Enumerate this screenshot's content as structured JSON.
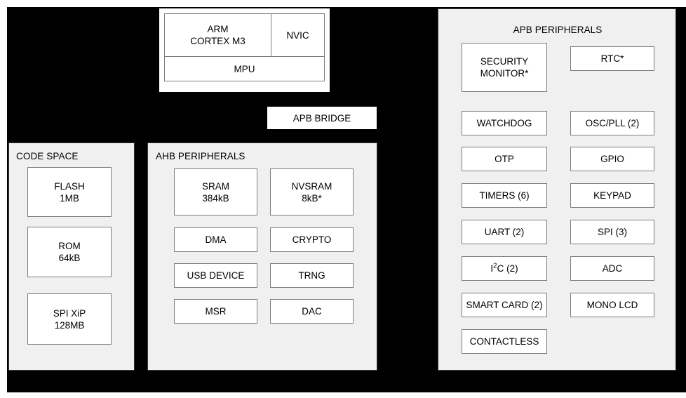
{
  "diagram": {
    "background_color": "#000000",
    "panel_color": "#f0f0f0",
    "block_color": "#ffffff",
    "cpu": {
      "core": {
        "line1": "ARM",
        "line2": "CORTEX M3"
      },
      "nvic": "NVIC",
      "mpu": "MPU"
    },
    "apb_bridge": {
      "label": "APB BRIDGE"
    },
    "code_space": {
      "title": "CODE SPACE",
      "blocks": [
        {
          "line1": "FLASH",
          "line2": "1MB"
        },
        {
          "line1": "ROM",
          "line2": "64kB"
        },
        {
          "line1": "SPI XiP",
          "line2": "128MB"
        }
      ]
    },
    "ahb_peripherals": {
      "title": "AHB PERIPHERALS",
      "left_column": [
        {
          "line1": "SRAM",
          "line2": "384kB"
        },
        {
          "line1": "DMA",
          "line2": ""
        },
        {
          "line1": "USB DEVICE",
          "line2": ""
        },
        {
          "line1": "MSR",
          "line2": ""
        }
      ],
      "right_column": [
        {
          "line1": "NVSRAM",
          "line2": "8kB*"
        },
        {
          "line1": "CRYPTO",
          "line2": ""
        },
        {
          "line1": "TRNG",
          "line2": ""
        },
        {
          "line1": "DAC",
          "line2": ""
        }
      ]
    },
    "apb_peripherals": {
      "title": "APB PERIPHERALS",
      "left_column": [
        {
          "line1": "SECURITY",
          "line2": "MONITOR*"
        },
        {
          "line1": "WATCHDOG",
          "line2": ""
        },
        {
          "line1": "OTP",
          "line2": ""
        },
        {
          "line1": "TIMERS (6)",
          "line2": ""
        },
        {
          "line1": "UART (2)",
          "line2": ""
        },
        {
          "line1": "I2C (2)",
          "line2": "",
          "html": "i2c"
        },
        {
          "line1": "SMART CARD (2)",
          "line2": ""
        },
        {
          "line1": "CONTACTLESS",
          "line2": ""
        }
      ],
      "right_column": [
        {
          "line1": "RTC*",
          "line2": ""
        },
        {
          "line1": "OSC/PLL (2)",
          "line2": ""
        },
        {
          "line1": "GPIO",
          "line2": ""
        },
        {
          "line1": "KEYPAD",
          "line2": ""
        },
        {
          "line1": "SPI (3)",
          "line2": ""
        },
        {
          "line1": "ADC",
          "line2": ""
        },
        {
          "line1": "MONO LCD",
          "line2": ""
        }
      ]
    }
  }
}
